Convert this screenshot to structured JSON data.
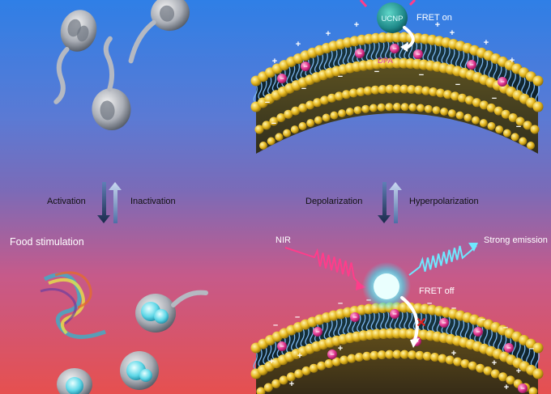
{
  "labels": {
    "ucnp": "UCNP",
    "fret_on": "FRET on",
    "dpa": "DPA",
    "activation": "Activation",
    "inactivation": "Inactivation",
    "depolarization": "Depolarization",
    "hyperpolarization": "Hyperpolarization",
    "food_stimulation": "Food stimulation",
    "nir": "NIR",
    "strong_emission": "Strong emission",
    "fret_off": "FRET off"
  },
  "symbols": {
    "plus": "+",
    "minus": "−",
    "minus_dash": "–",
    "cross": "✕"
  },
  "colors": {
    "bg_top": "#2f7fe6",
    "bg_bottom": "#e6504f",
    "lipid_head": "#e6b820",
    "lipid_tail": "#6aa8e8",
    "dpa_pink": "#e0358f",
    "ucnp_teal": "#1f8a8a",
    "emission_cyan": "#6ff",
    "nir_pink": "#ff3d8b",
    "cross_red": "#e02020"
  }
}
